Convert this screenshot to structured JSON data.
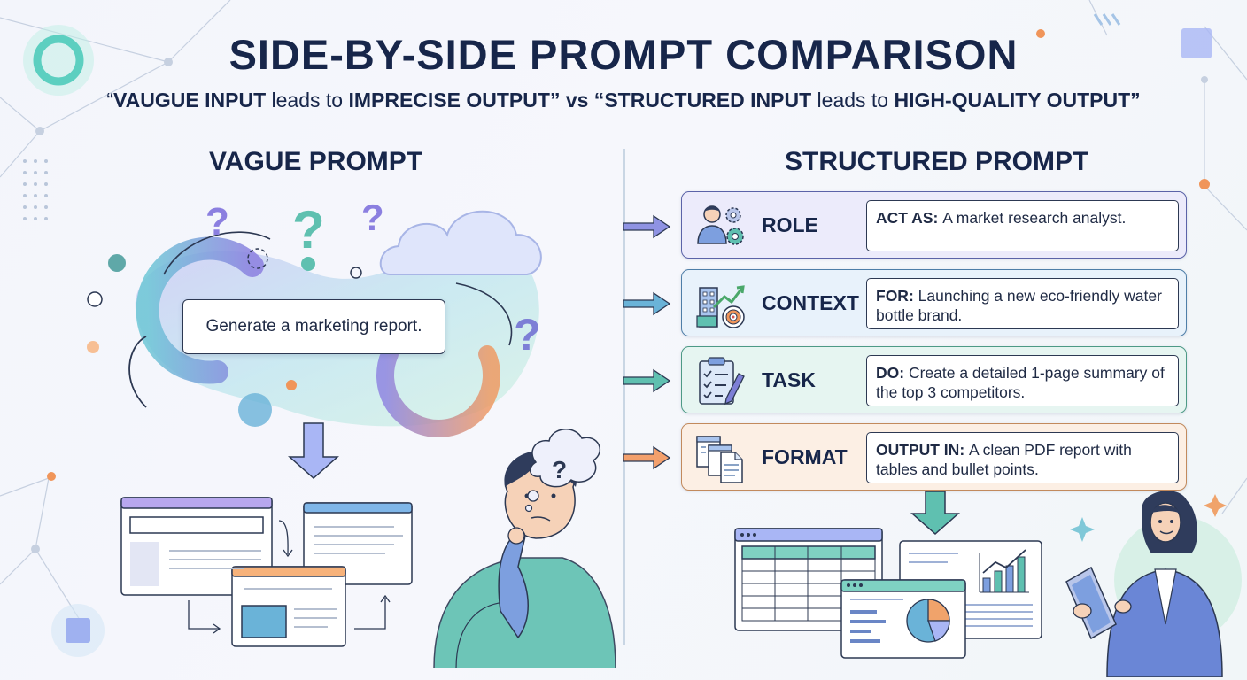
{
  "title": "SIDE-BY-SIDE PROMPT COMPARISON",
  "subtitle": {
    "q1": "“",
    "vague_input": "VAUGUE INPUT",
    "leads1": " leads to ",
    "imprecise": "IMPRECISE OUTPUT",
    "mid": "” vs “",
    "structured_input": "STRUCTURED INPUT",
    "leads2": " leads to ",
    "high_quality": "HIGH-QUALITY OUTPUT",
    "q2": "”"
  },
  "vague": {
    "heading": "VAGUE PROMPT",
    "prompt": "Generate a marketing report."
  },
  "structured": {
    "heading": "STRUCTURED PROMPT",
    "cards": [
      {
        "label": "ROLE",
        "key": "ACT AS",
        "text": "A market research analyst.",
        "icon": "role-gears-icon",
        "accent": "#5b63a8"
      },
      {
        "label": "CONTEXT",
        "key": "FOR",
        "text": "Launching a new eco-friendly water bottle brand.",
        "icon": "building-target-icon",
        "accent": "#4e7ea8"
      },
      {
        "label": "TASK",
        "key": "DO",
        "text": "Create a detailed 1-page summary of the top 3 competitors.",
        "icon": "clipboard-checklist-icon",
        "accent": "#4d9a86"
      },
      {
        "label": "FORMAT",
        "key": "OUTPUT IN",
        "text": "A clean PDF report with tables and bullet points.",
        "icon": "documents-icon",
        "accent": "#c28a5d"
      }
    ]
  },
  "colors": {
    "title": "#17264a",
    "teal": "#5fc0b0",
    "purple": "#7d7fd6",
    "orange": "#f0955a"
  }
}
